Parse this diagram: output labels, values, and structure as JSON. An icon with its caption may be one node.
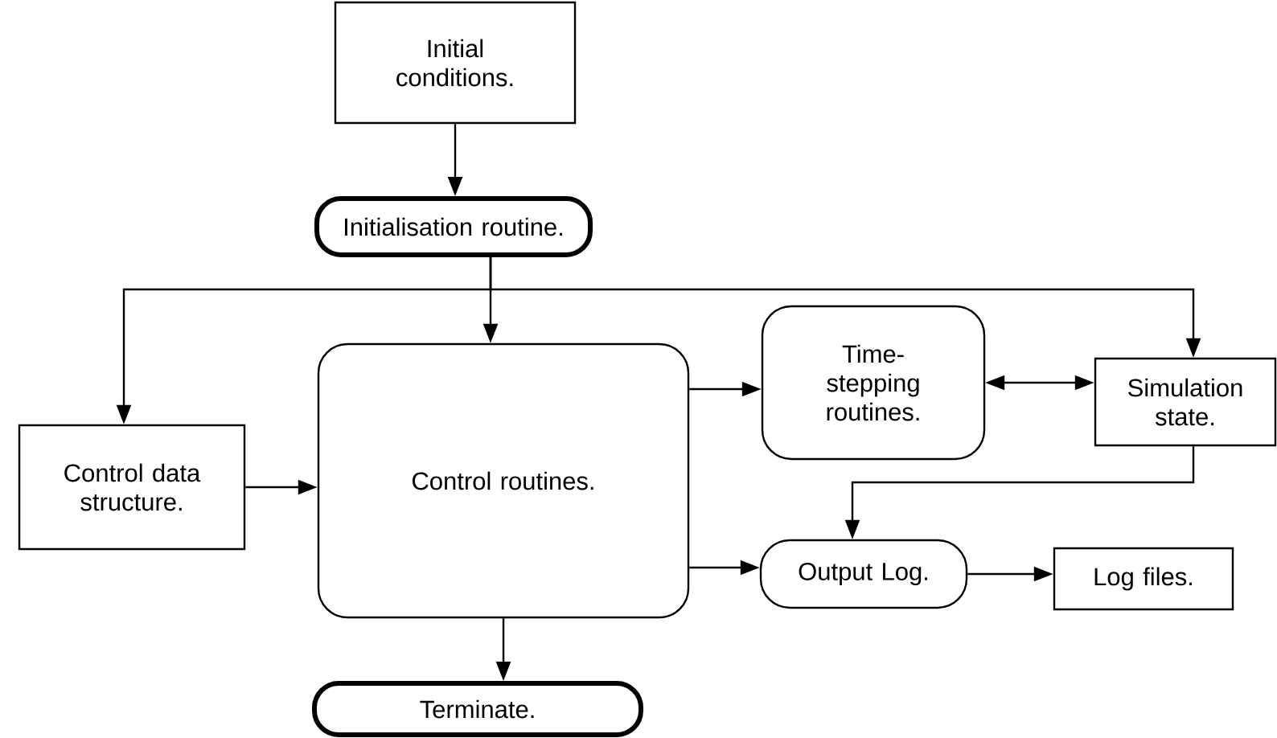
{
  "diagram": {
    "nodes": [
      {
        "text": [
          "Initial conditions."
        ]
      },
      {
        "text": [
          "Initialisation routine."
        ]
      },
      {
        "text": [
          "Control data structure."
        ]
      },
      {
        "text": [
          "Control routines."
        ]
      },
      {
        "text": [
          "Time-stepping routines."
        ]
      },
      {
        "text": [
          "Simulation state."
        ]
      },
      {
        "text": [
          "Output Log."
        ]
      },
      {
        "text": [
          "Log files."
        ]
      },
      {
        "text": [
          "Terminate."
        ]
      }
    ],
    "edges": [
      {
        "from": 0,
        "to": 1,
        "arrow": "to"
      },
      {
        "from": 1,
        "to": 3,
        "arrow": "to"
      },
      {
        "from": 1,
        "to": 2,
        "arrow": "to"
      },
      {
        "from": 1,
        "to": 5,
        "arrow": "to"
      },
      {
        "from": 2,
        "to": 3,
        "arrow": "to"
      },
      {
        "from": 3,
        "to": 4,
        "arrow": "to"
      },
      {
        "from": 4,
        "to": 5,
        "arrow": "both"
      },
      {
        "from": 5,
        "to": 6,
        "arrow": "to"
      },
      {
        "from": 3,
        "to": 6,
        "arrow": "to"
      },
      {
        "from": 6,
        "to": 7,
        "arrow": "to"
      },
      {
        "from": 3,
        "to": 8,
        "arrow": "to"
      }
    ]
  }
}
